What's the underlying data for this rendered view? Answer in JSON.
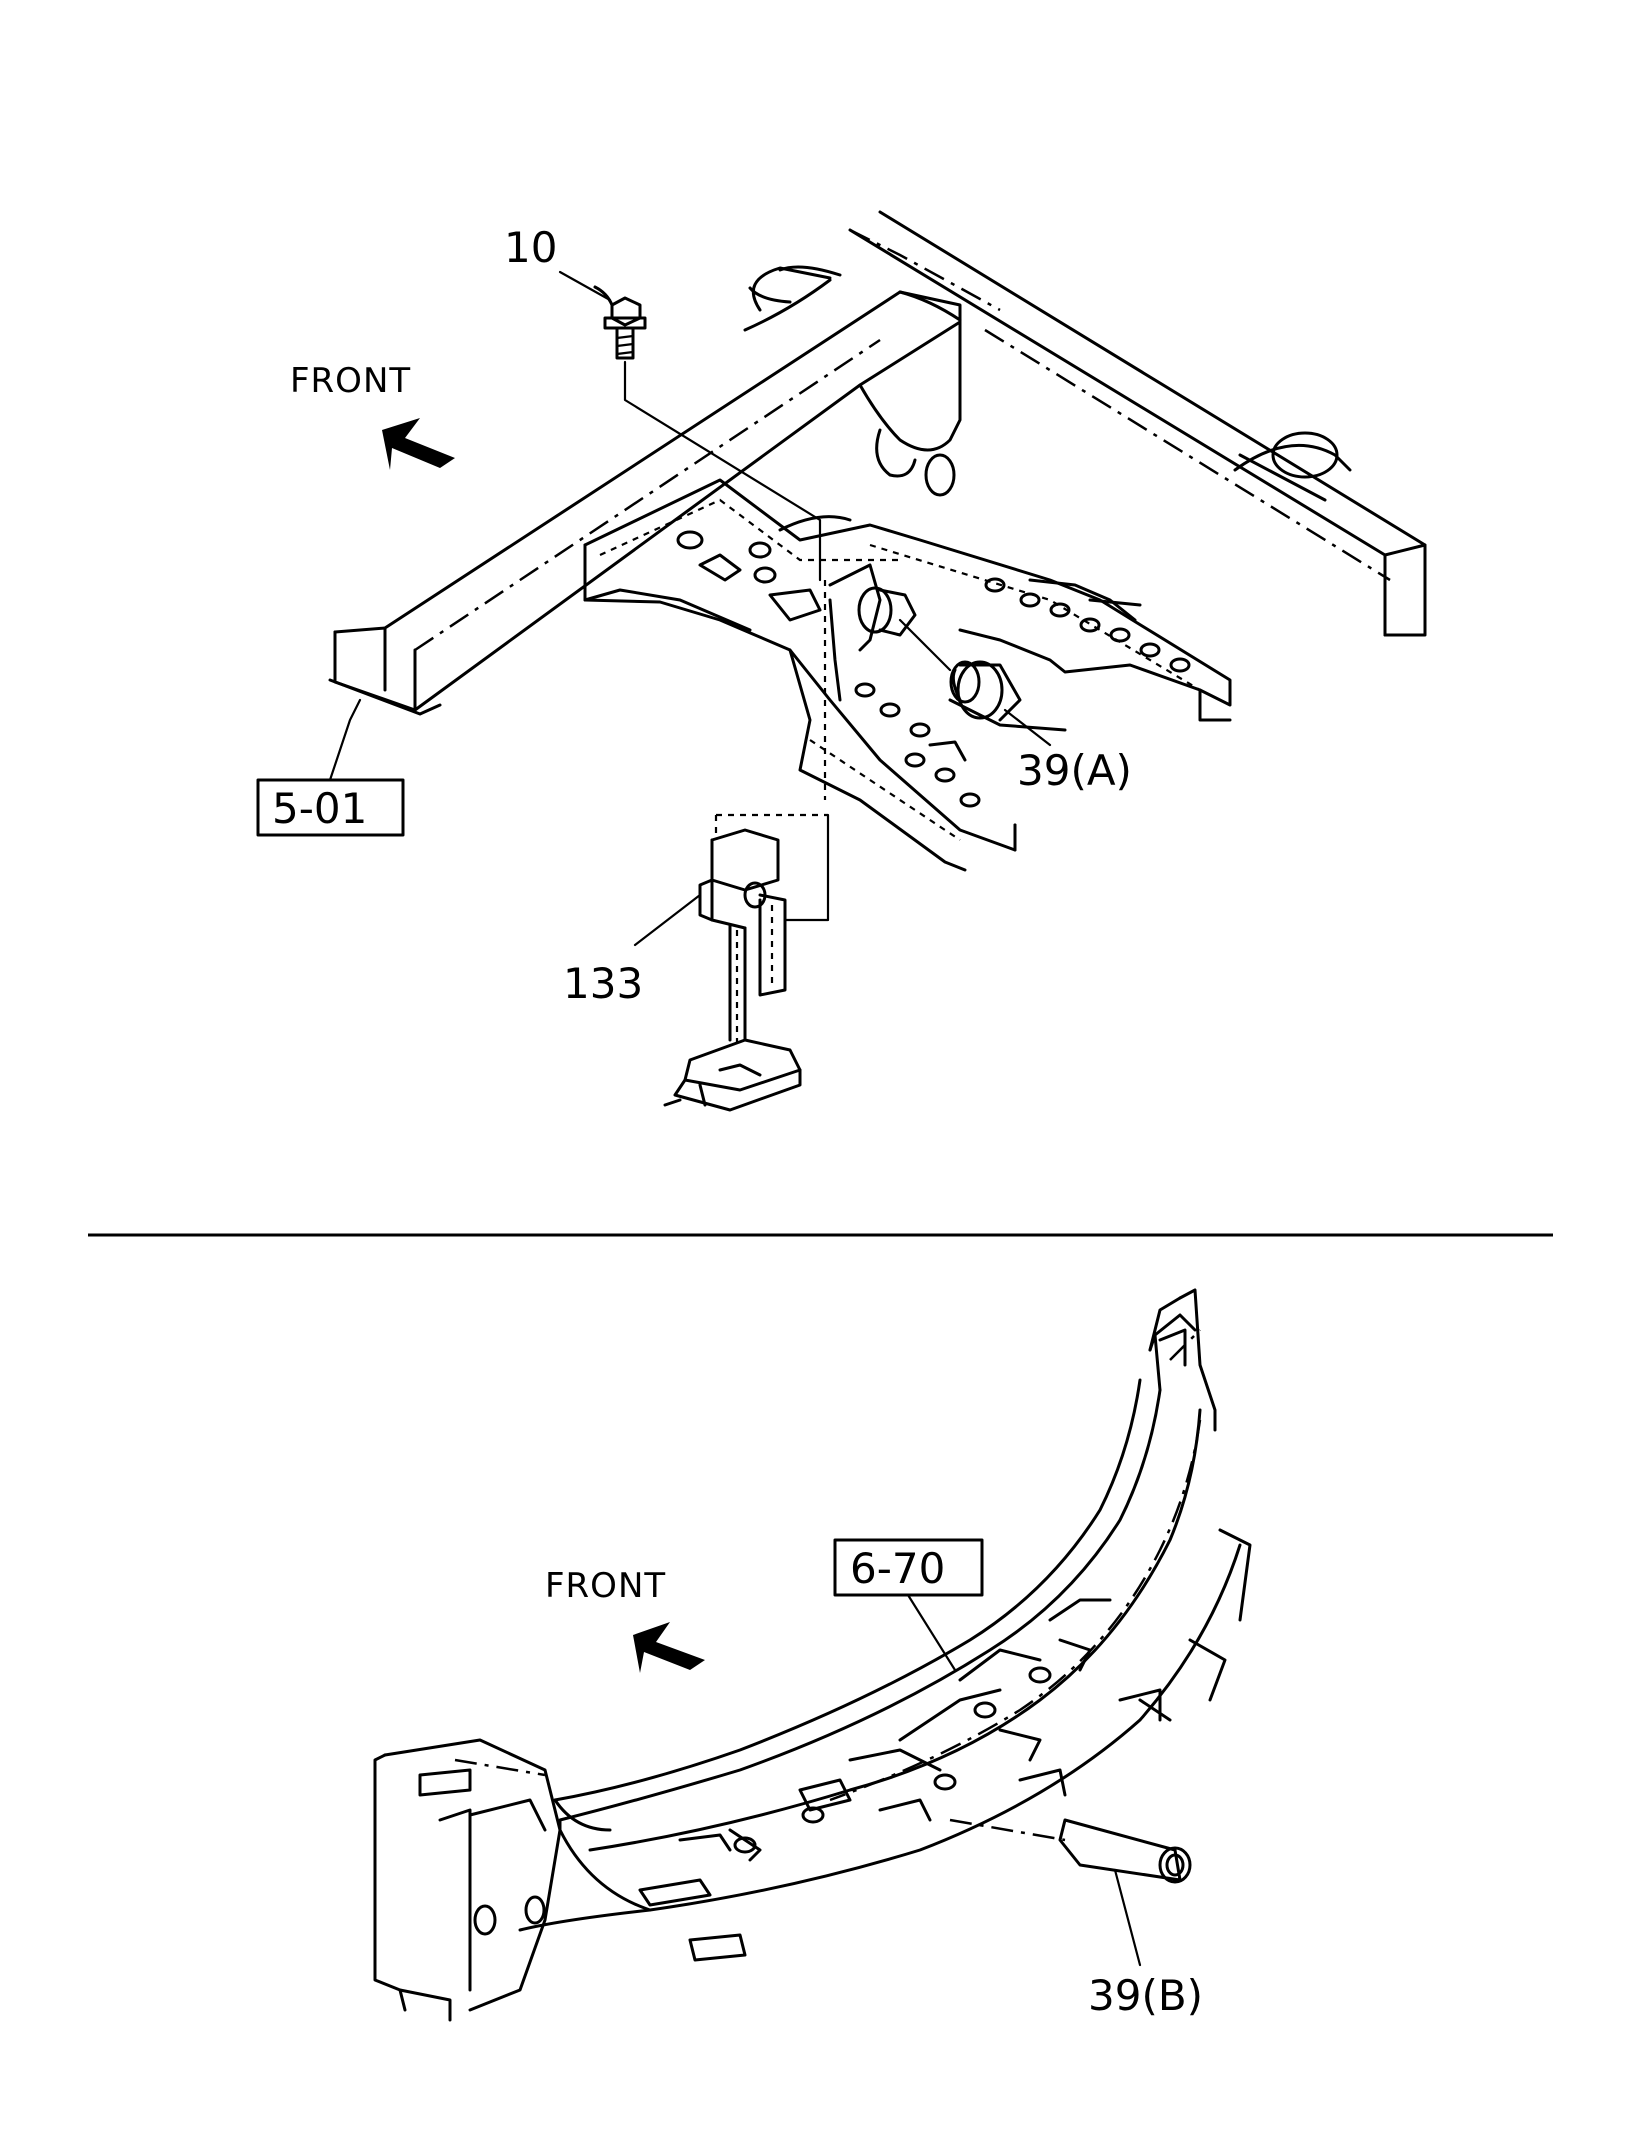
{
  "upper": {
    "front_label": "FRONT",
    "parts": {
      "bolt": "10",
      "plug_a": "39(A)",
      "jack": "133"
    },
    "ref_box": "5-01"
  },
  "lower": {
    "front_label": "FRONT",
    "parts": {
      "plug_b": "39(B)"
    },
    "ref_box": "6-70"
  }
}
